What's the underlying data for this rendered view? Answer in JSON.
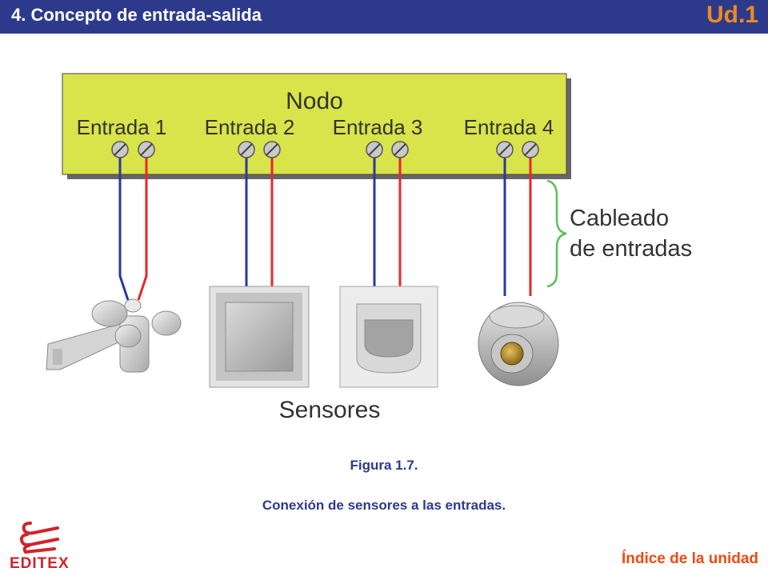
{
  "header": {
    "section_title": "4.  Concepto de entrada-salida",
    "unit": "Ud.1"
  },
  "diagram": {
    "node_label": "Nodo",
    "inputs": [
      {
        "label": "Entrada 1"
      },
      {
        "label": "Entrada 2"
      },
      {
        "label": "Entrada 3"
      },
      {
        "label": "Entrada 4"
      }
    ],
    "wiring_label_line1": "Cableado",
    "wiring_label_line2": "de entradas",
    "sensors_label": "Sensores",
    "colors": {
      "node_fill": "#d9e34a",
      "wire_positive": "#e8262a",
      "wire_negative": "#2b3a9a",
      "bracket": "#5cbf5c"
    },
    "sensor_icons": [
      "anemometer-icon",
      "switch-icon",
      "motion-detector-icon",
      "thermostat-icon"
    ]
  },
  "caption": {
    "line1": "Figura 1.7.",
    "line2": "Conexión de sensores a las entradas."
  },
  "footer": {
    "logo_text": "EDITEX",
    "index_link": "Índice de la unidad"
  }
}
